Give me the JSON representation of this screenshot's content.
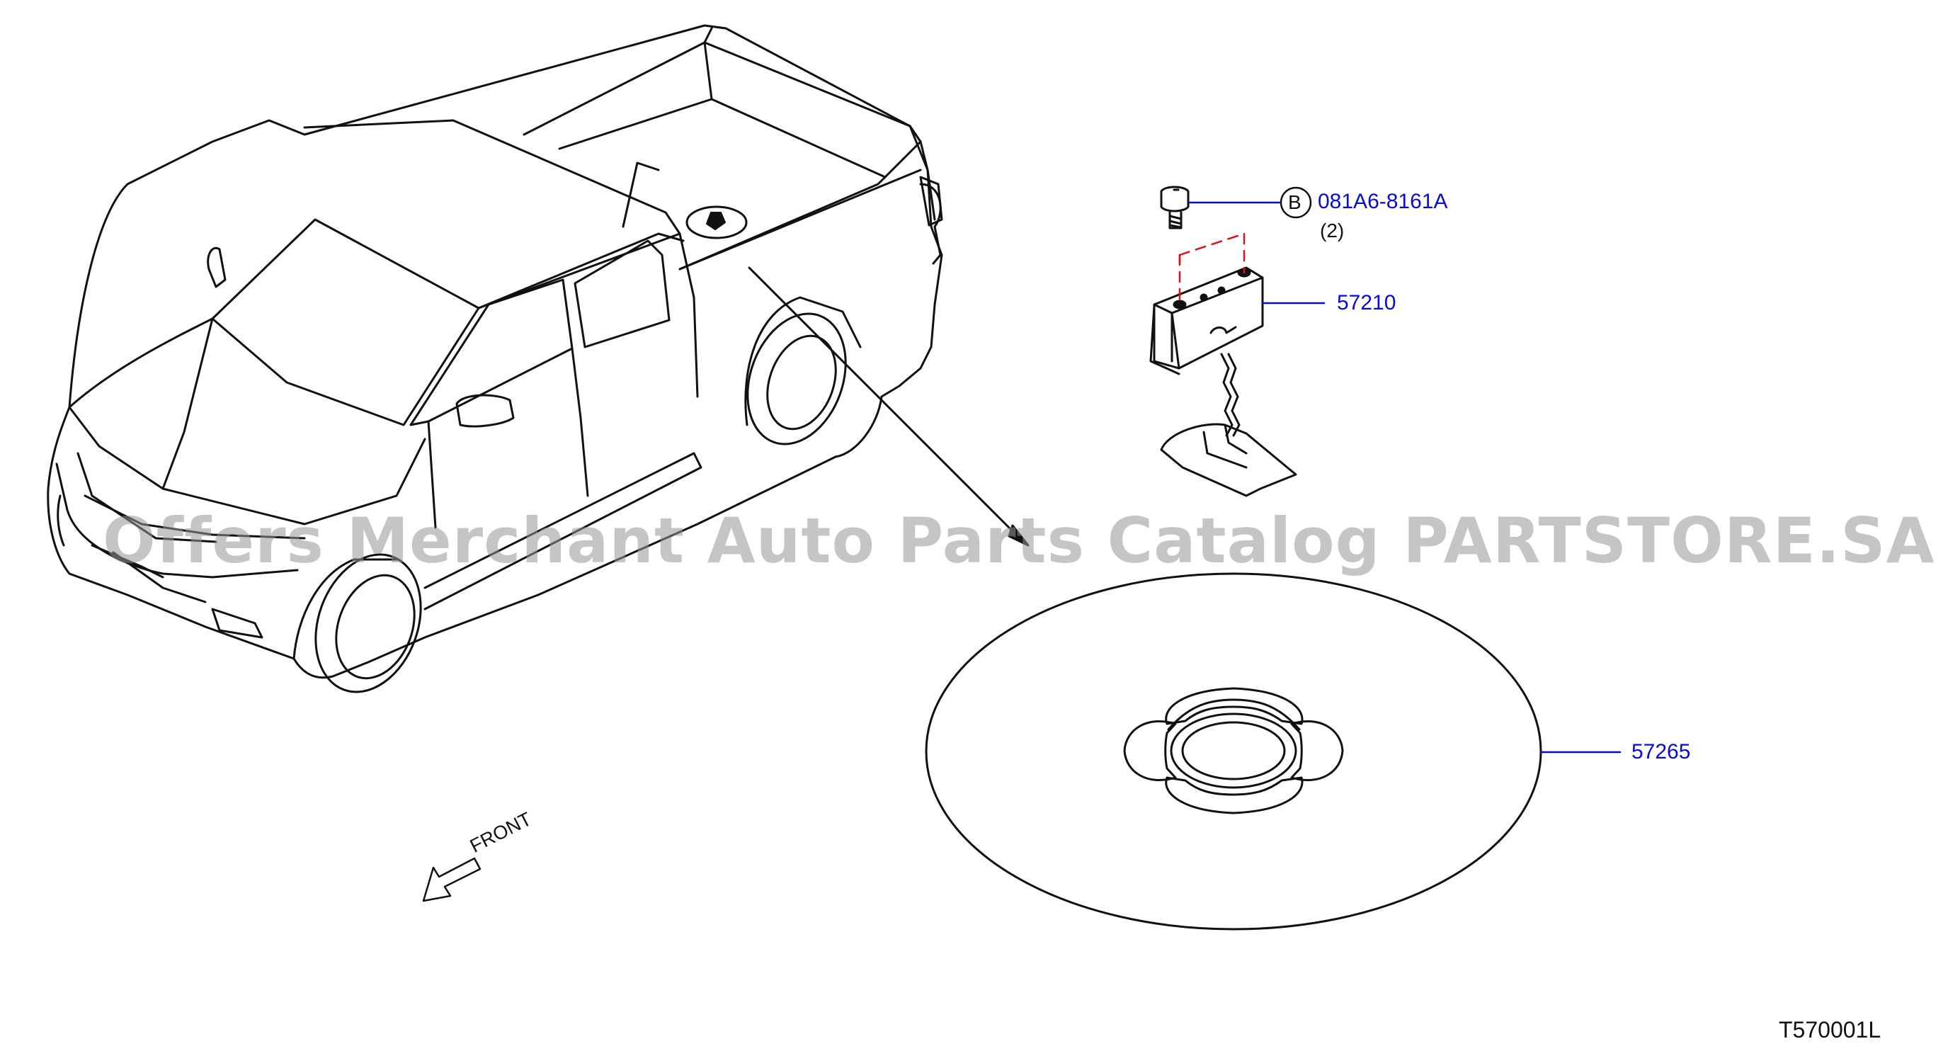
{
  "callouts": {
    "bolt_part": "081A6-8161A",
    "bolt_qty": "(2)",
    "bolt_marker": "B",
    "winch_part": "57210",
    "cover_part": "57265"
  },
  "direction_label": "FRONT",
  "diagram_code": "T570001L",
  "watermark": "Offers Merchant Auto Parts Catalog PARTSTORE.SA",
  "colors": {
    "line": "#111111",
    "callout": "#0a0ad8",
    "hidden_line": "#e0101c"
  }
}
